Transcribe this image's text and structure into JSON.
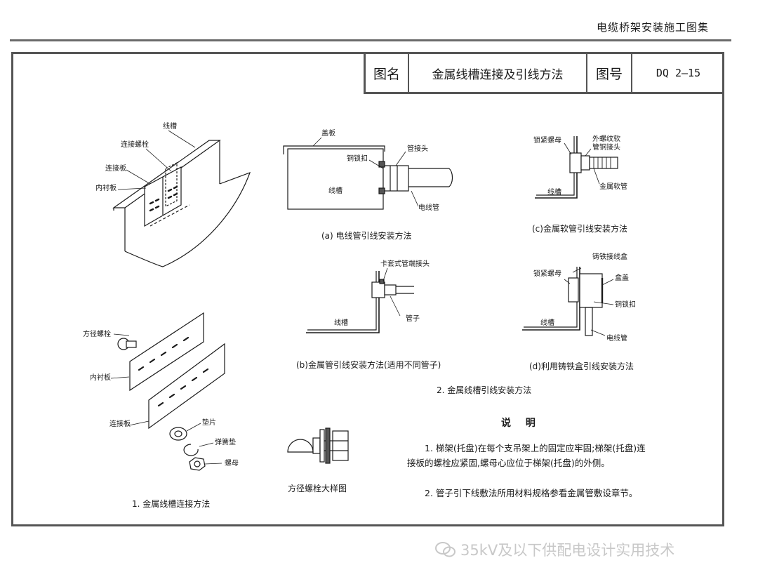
{
  "header": {
    "book_title": "电缆桥架安装施工图集"
  },
  "title_block": {
    "name_label": "图名",
    "name": "金属线槽连接及引线方法",
    "code_label": "图号",
    "code": "DQ 2—15"
  },
  "fig1": {
    "labels": {
      "trough": "线槽",
      "bolt": "连接螺栓",
      "plate": "连接板",
      "liner": "内衬板"
    },
    "caption": "1. 金属线槽连接方法"
  },
  "fig_explode": {
    "labels": {
      "sq_bolt": "方径螺栓",
      "liner": "内衬板",
      "plate": "连接板",
      "washer": "垫片",
      "spring_washer": "弹簧垫",
      "nut": "螺母"
    }
  },
  "fig_bolt": {
    "caption": "方径螺栓大样图"
  },
  "fig_a": {
    "labels": {
      "cover": "盖板",
      "copper_lock": "铜锁扣",
      "pipe_joint": "管接头",
      "trough": "线槽",
      "conduit": "电线管"
    },
    "caption": "(a) 电线管引线安装方法"
  },
  "fig_b": {
    "labels": {
      "ferrule_joint": "卡套式管端接头",
      "trough": "线槽",
      "pipe": "管子"
    },
    "caption": "(b)金属管引线安装方法(适用不同管子)"
  },
  "fig_c": {
    "labels": {
      "lock_nut": "锁紧螺母",
      "ext_thread": "外螺纹软",
      "ext_thread_2": "管铜接头",
      "trough": "线槽",
      "flex_pipe": "金属软管"
    },
    "caption": "(c)金属软管引线安装方法"
  },
  "fig_d": {
    "labels": {
      "cast_box": "铸铁接线盒",
      "lock_nut": "锁紧螺母",
      "box_cover": "盒盖",
      "copper_lock": "铜锁扣",
      "trough": "线槽",
      "conduit": "电线管"
    },
    "caption": "(d)利用铸铁盒引线安装方法"
  },
  "fig2": {
    "caption": "2. 金属线槽引线安装方法"
  },
  "notes": {
    "title": "说 明",
    "items": [
      "1. 梯架(托盘)在每个支吊架上的固定应牢固;梯架(托盘)连接板的螺栓应紧固,螺母心应位于梯架(托盘)的外侧。",
      "2. 管子引下线敷法所用材料规格参看金属管敷设章节。"
    ]
  },
  "watermark": {
    "text": "35kV及以下供配电设计实用技术"
  }
}
